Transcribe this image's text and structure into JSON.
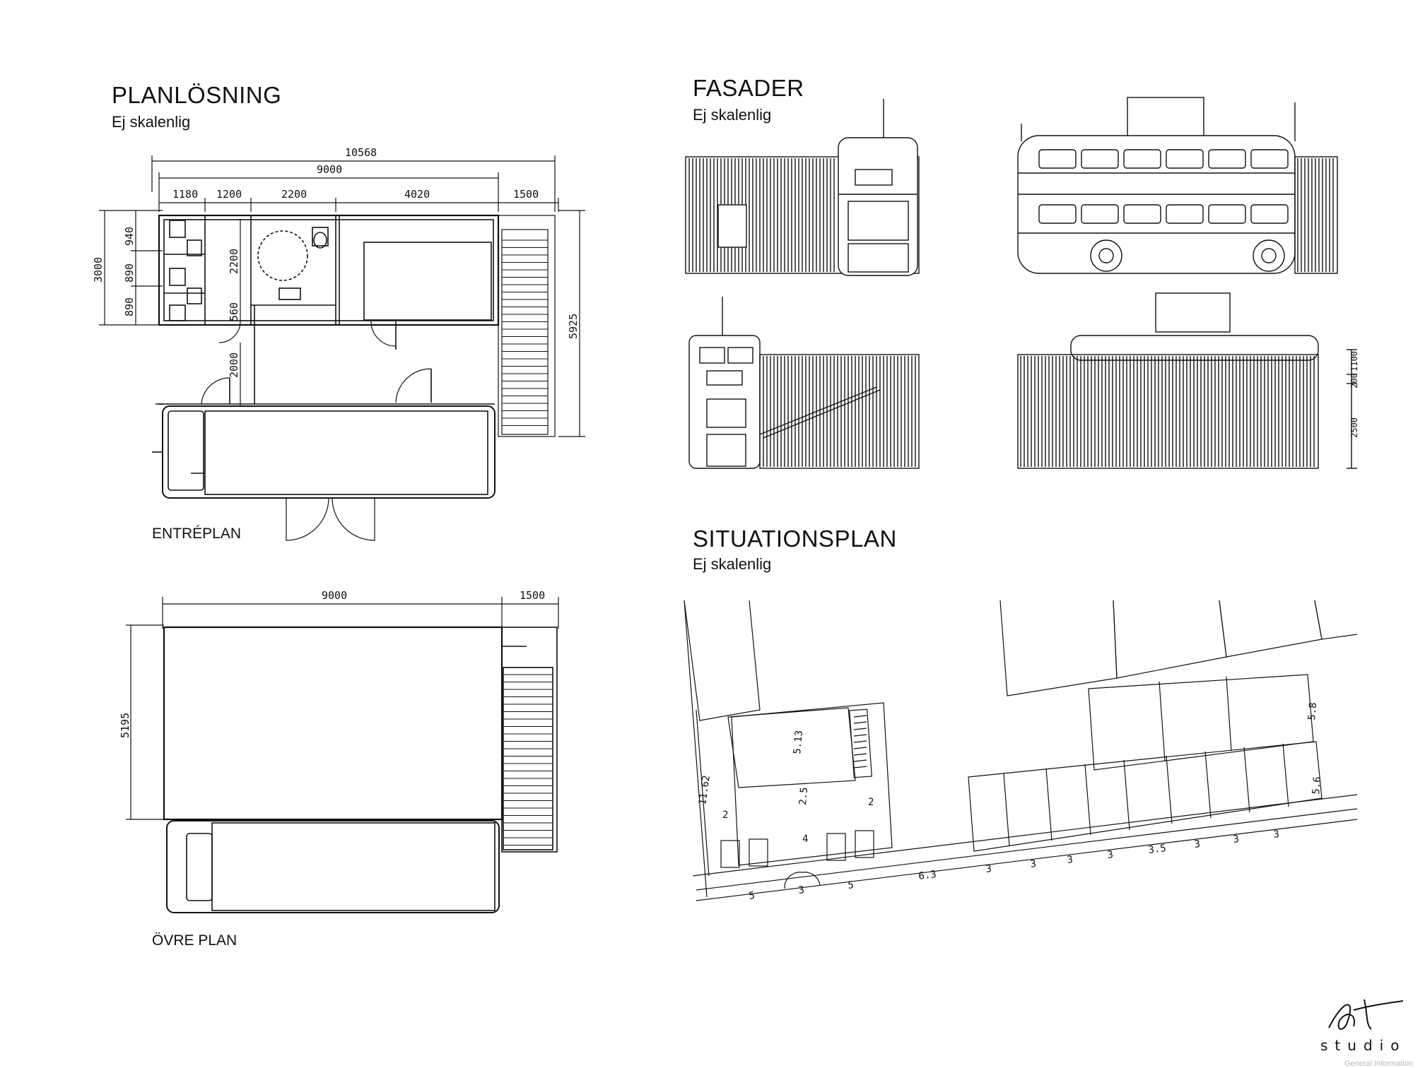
{
  "planlosning": {
    "title": "PLANLÖSNING",
    "subtitle": "Ej skalenlig",
    "entreplan_label": "ENTRÉPLAN",
    "ovre_plan_label": "ÖVRE PLAN",
    "entreplan_dims": {
      "total": "10568",
      "main": "9000",
      "seg1": "1180",
      "seg2": "1200",
      "seg3": "2200",
      "seg4": "4020",
      "stair": "1500",
      "depth": "3000",
      "w940": "940",
      "w890a": "890",
      "w890b": "890",
      "h2200": "2200",
      "h560": "560",
      "h2000": "2000",
      "h5925": "5925"
    },
    "ovre_dims": {
      "main": "9000",
      "stair": "1500",
      "depth": "5195"
    }
  },
  "fasader": {
    "title": "FASADER",
    "subtitle": "Ej skalenlig",
    "dims": {
      "d1100": "1100",
      "d200": "200",
      "d2500": "2500"
    }
  },
  "situationsplan": {
    "title": "SITUATIONSPLAN",
    "subtitle": "Ej skalenlig",
    "dims": [
      "5",
      "3",
      "5",
      "6.3",
      "3",
      "3",
      "3",
      "3",
      "3.5",
      "3",
      "3",
      "3",
      "11.62",
      "2",
      "2.5",
      "5.13",
      "2",
      "4",
      "5.8",
      "5.6"
    ]
  },
  "logo": {
    "mark": "at",
    "word": "studio"
  },
  "footnote": "General Information",
  "colors": {
    "line": "#111111",
    "paper": "#ffffff",
    "muted": "#b8b8b8"
  }
}
